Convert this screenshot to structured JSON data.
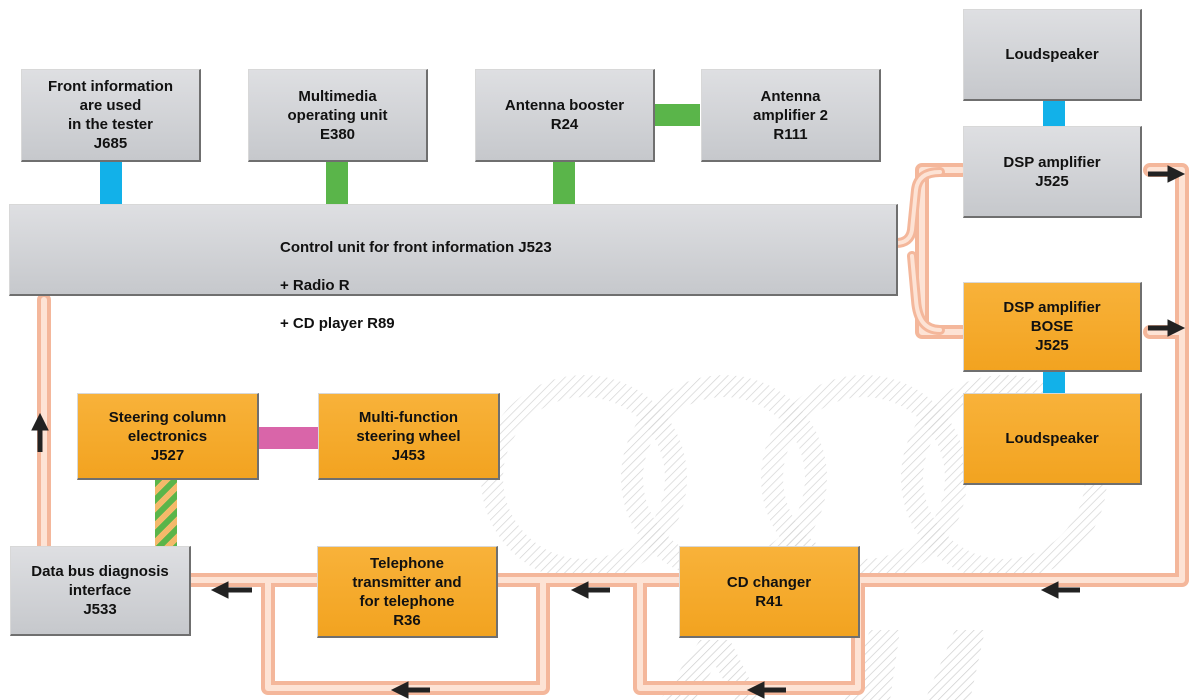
{
  "nodes": {
    "j685": "Front information\nare used\nin the tester\nJ685",
    "e380": "Multimedia\noperating unit\nE380",
    "r24": "Antenna booster\nR24",
    "r111": "Antenna\namplifier 2\nR111",
    "loudspeaker_top": "Loudspeaker",
    "dsp_j525": "DSP amplifier\nJ525",
    "j523_line1": "Control unit for front information J523",
    "j523_line2": "+ Radio R",
    "j523_line3": "+ CD player R89",
    "dsp_bose": "DSP amplifier\nBOSE\nJ525",
    "loudspeaker_bottom": "Loudspeaker",
    "j527": "Steering column\nelectronics\nJ527",
    "j453": "Multi-function\nsteering wheel\nJ453",
    "j533": "Data bus diagnosis\ninterface\nJ533",
    "r36": "Telephone\ntransmitter and\nfor telephone\nR36",
    "r41": "CD changer\nR41"
  },
  "colors": {
    "ring": "#f6b79a",
    "ring_inner": "#fde4d6",
    "gray_box": "#cfd0d4",
    "orange_box": "#f5a827",
    "blue_link": "#12b1e9",
    "green_link": "#5ab54a",
    "pink_link": "#d965a9",
    "arrow": "#222222",
    "watermark": "#d4d4d4"
  }
}
